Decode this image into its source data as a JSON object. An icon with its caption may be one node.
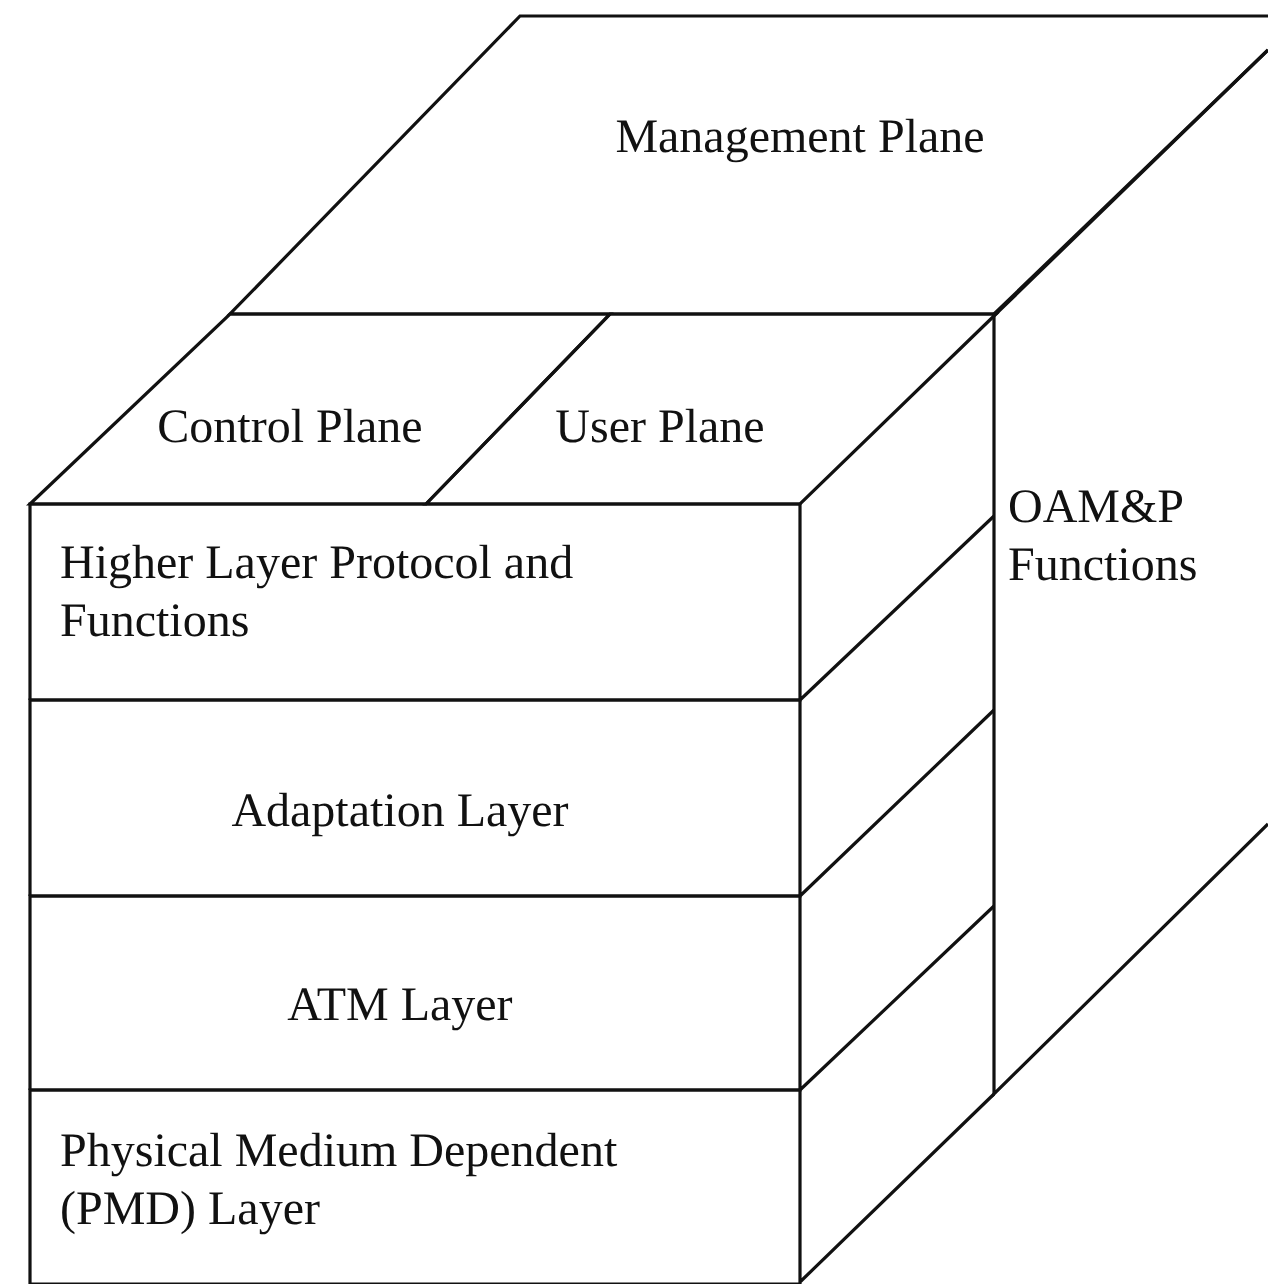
{
  "diagram": {
    "nodes": [
      {
        "text": [
          "Management Plane"
        ]
      },
      {
        "text": [
          "Control Plane"
        ]
      },
      {
        "text": [
          "User Plane"
        ]
      },
      {
        "text": [
          "Higher Layer Protocol and Functions"
        ]
      },
      {
        "text": [
          "Adaptation Layer"
        ]
      },
      {
        "text": [
          "ATM Layer"
        ]
      },
      {
        "text": [
          "Physical Medium Dependent (PMD) Layer"
        ]
      },
      {
        "text": [
          "OAM&P Functions"
        ]
      }
    ]
  }
}
